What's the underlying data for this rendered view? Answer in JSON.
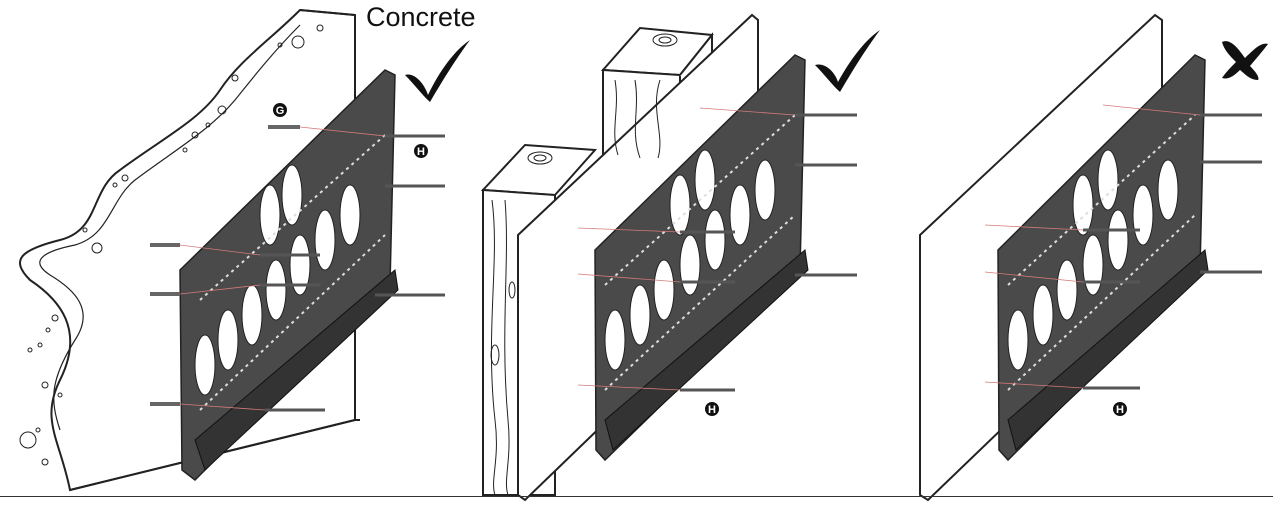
{
  "panels": [
    {
      "id": "concrete",
      "label": "Concrete",
      "verdict": "ok",
      "badges": [
        "G",
        "H"
      ]
    },
    {
      "id": "stud",
      "label": "",
      "verdict": "ok",
      "badges": [
        "H"
      ]
    },
    {
      "id": "drywall",
      "label": "",
      "verdict": "no",
      "badges": [
        "H"
      ]
    }
  ],
  "colors": {
    "plate": "#4a4a4a",
    "plate_dark": "#2e2e2e",
    "line": "#222222",
    "guide": "#d47a7a"
  }
}
